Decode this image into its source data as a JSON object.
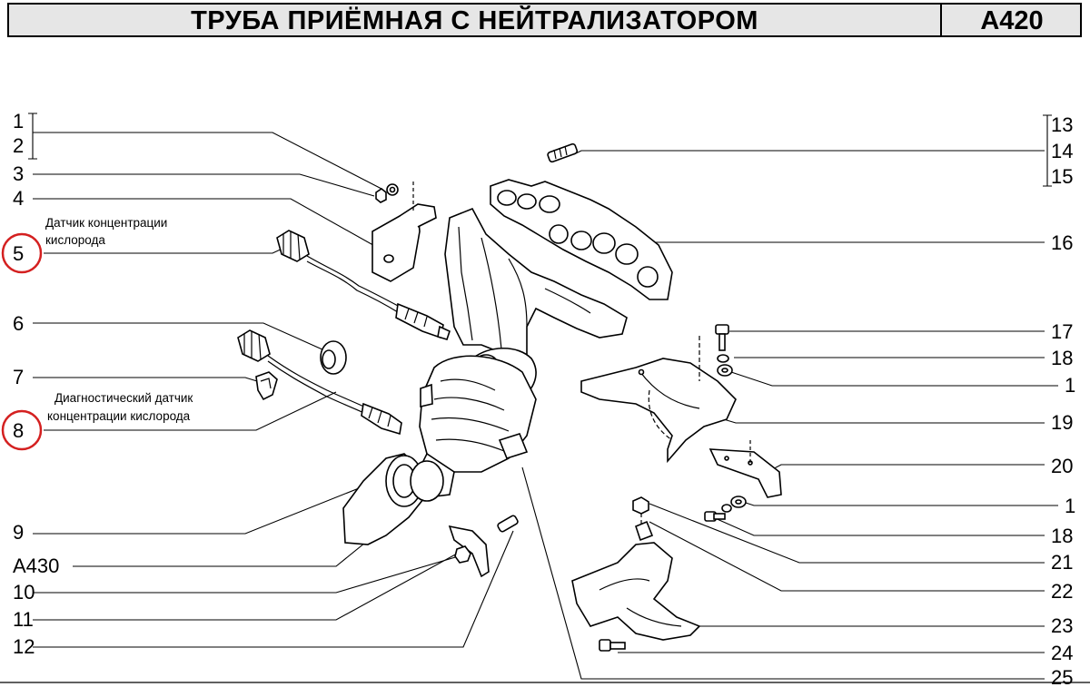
{
  "header": {
    "title": "ТРУБА ПРИЁМНАЯ С НЕЙТРАЛИЗАТОРОМ",
    "code": "A420"
  },
  "callouts": {
    "left": [
      "1",
      "2",
      "3",
      "4",
      "5",
      "6",
      "7",
      "8",
      "9",
      "A430",
      "10",
      "11",
      "12"
    ],
    "right": [
      "13",
      "14",
      "15",
      "16",
      "17",
      "18",
      "1",
      "19",
      "20",
      "1",
      "18",
      "21",
      "22",
      "23",
      "24",
      "25"
    ]
  },
  "notes": {
    "sensor_o2_line1": "Датчик   концентрации",
    "sensor_o2_line2": "кислорода",
    "diag_sensor_line1": "Диагностический датчик",
    "diag_sensor_line2": "концентрации кислорода"
  },
  "colors": {
    "header_bg": "#e6e6e6",
    "highlight_circle": "#d42020"
  }
}
